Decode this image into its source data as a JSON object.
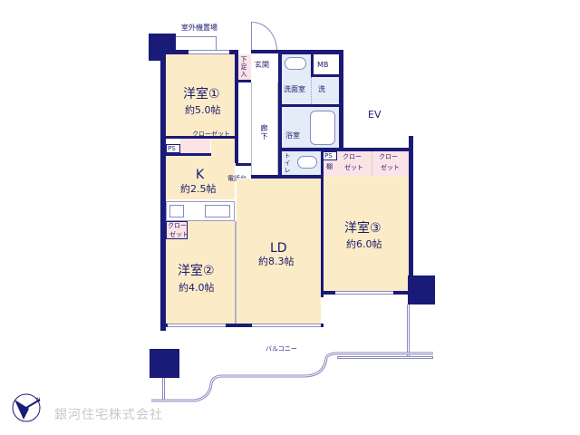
{
  "labels": {
    "outdoor_unit": "室外機置場",
    "shoe_storage": "下足入",
    "entrance": "玄関",
    "mb": "MB",
    "washroom": "洗面室",
    "washer": "洗",
    "ev": "EV",
    "hallway": "廊下",
    "bathroom": "浴室",
    "toilet": "トイレ",
    "ps": "PS",
    "shelf": "棚",
    "closet": "クローゼット",
    "closet_top": "クロー",
    "closet_bottom": "ゼット",
    "phone_stand": "電話台",
    "balcony": "バルコニー",
    "company": "銀河住宅株式会社"
  },
  "rooms": {
    "western1": {
      "name": "洋室①",
      "size": "約5.0帖"
    },
    "western2": {
      "name": "洋室②",
      "size": "約4.0帖"
    },
    "western3": {
      "name": "洋室③",
      "size": "約6.0帖"
    },
    "kitchen": {
      "name": "K",
      "size": "約2.5帖"
    },
    "ld": {
      "name": "LD",
      "size": "約8.3帖"
    }
  },
  "icons": {
    "compass": "compass-north-bird-icon"
  },
  "colors": {
    "wall": "#1a1a78",
    "room": "#fbecc7",
    "wet": "#e4ecf7",
    "closet": "#fbe3e6"
  }
}
